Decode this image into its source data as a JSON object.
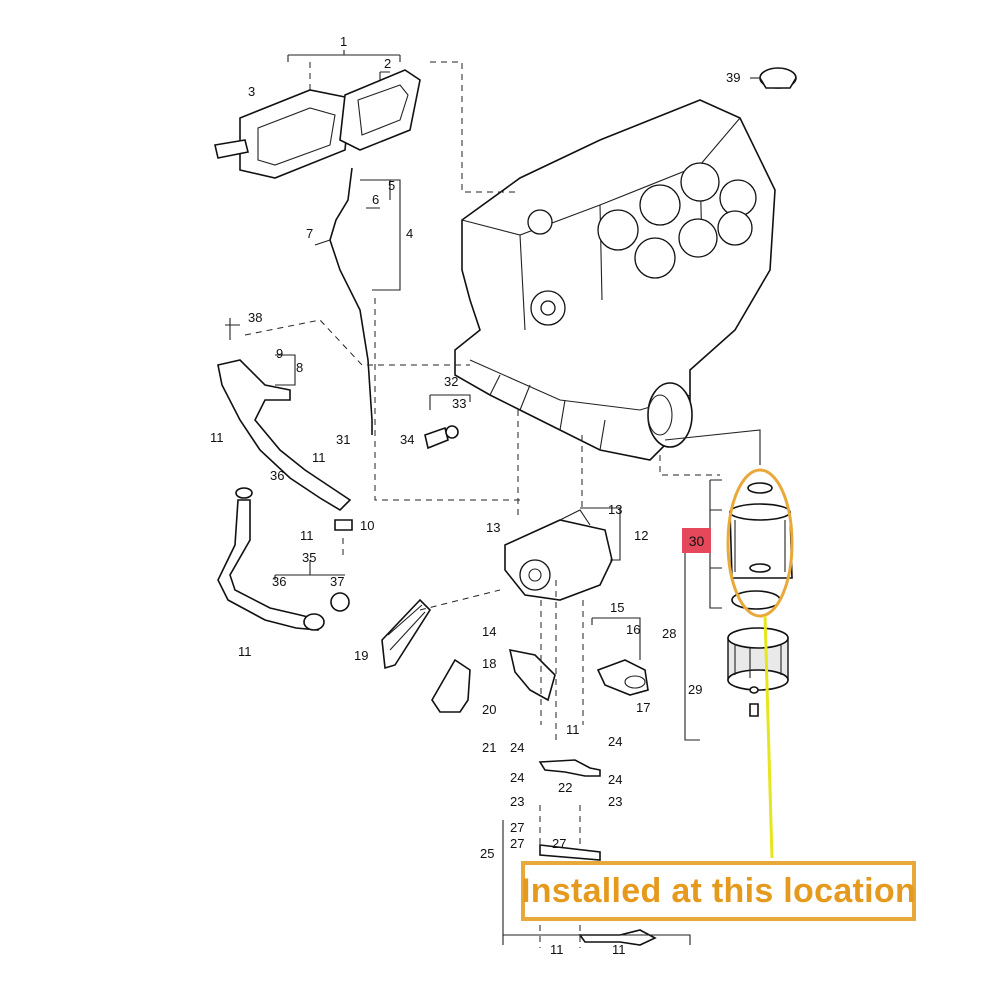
{
  "callout": {
    "text": "Installed at this location",
    "color": "#e59a1e"
  },
  "highlight": {
    "part": "30",
    "color": "#e4485a"
  },
  "part_numbers": {
    "p1": "1",
    "p2": "2",
    "p3": "3",
    "p4": "4",
    "p5": "5",
    "p6": "6",
    "p7": "7",
    "p8": "8",
    "p9": "9",
    "p10": "10",
    "p11": "11",
    "p12": "12",
    "p13": "13",
    "p14": "14",
    "p15": "15",
    "p16": "16",
    "p17": "17",
    "p18": "18",
    "p19": "19",
    "p20": "20",
    "p21": "21",
    "p22": "22",
    "p23": "23",
    "p24": "24",
    "p25": "25",
    "p27": "27",
    "p28": "28",
    "p29": "29",
    "p31": "31",
    "p32": "32",
    "p33": "33",
    "p34": "34",
    "p35": "35",
    "p36": "36",
    "p37": "37",
    "p38": "38",
    "p39": "39"
  },
  "colors": {
    "ink": "#111111",
    "ellipse": "#e8a93a",
    "pointer": "#e6e61e"
  }
}
